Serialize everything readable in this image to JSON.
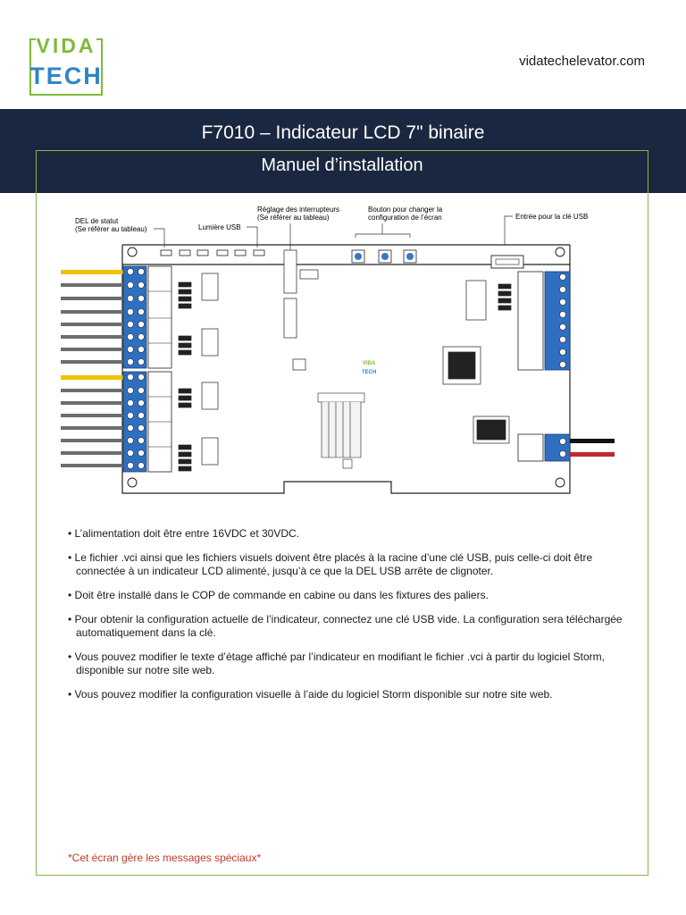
{
  "brand": {
    "logo_top": "VIDA",
    "logo_bottom": "TECH",
    "website": "vidatechelevator.com"
  },
  "header": {
    "title": "F7010 – Indicateur LCD 7\" binaire",
    "subtitle": "Manuel d’installation"
  },
  "diagram": {
    "callouts": {
      "status_led_1": "DEL de statut",
      "status_led_2": "(Se référer au tableau)",
      "usb_light": "Lumière USB",
      "switch_setting_1": "Réglage des interrupteurs",
      "switch_setting_2": "(Se référer au tableau)",
      "screen_button_1": "Bouton pour changer la",
      "screen_button_2": "configuration de l’écran",
      "usb_input": "Entrée pour la clé USB"
    },
    "board_logo_top": "VIDA",
    "board_logo_bottom": "TECH",
    "colors": {
      "wire_yellow": "#f2c200",
      "wire_gray": "#6d6d6d",
      "terminal_blue": "#2f6fc0",
      "button_blue": "#3a78c8",
      "wire_red": "#c0282d",
      "wire_black": "#111111"
    }
  },
  "notes": [
    "L’alimentation doit être entre 16VDC et 30VDC.",
    "Le fichier .vci ainsi que les fichiers visuels doivent être placés à la racine d’une clé USB, puis celle-ci doit être connectée à un indicateur LCD alimenté, jusqu’à ce que la DEL USB arrête de clignoter.",
    "Doit être installé dans le COP de commande en cabine ou dans les fixtures des paliers.",
    "Pour obtenir la configuration actuelle de l’indicateur, connectez une clé USB vide. La configuration sera téléchargée automatiquement dans la clé.",
    "Vous pouvez modifier le texte d’étage affiché par l’indicateur en modifiant le fichier .vci à partir du logiciel Storm, disponible sur notre site web.",
    "Vous pouvez modifier la configuration visuelle à l’aide du logiciel Storm disponible sur notre site web."
  ],
  "footnote": "*Cet écran gère les messages spéciaux*"
}
